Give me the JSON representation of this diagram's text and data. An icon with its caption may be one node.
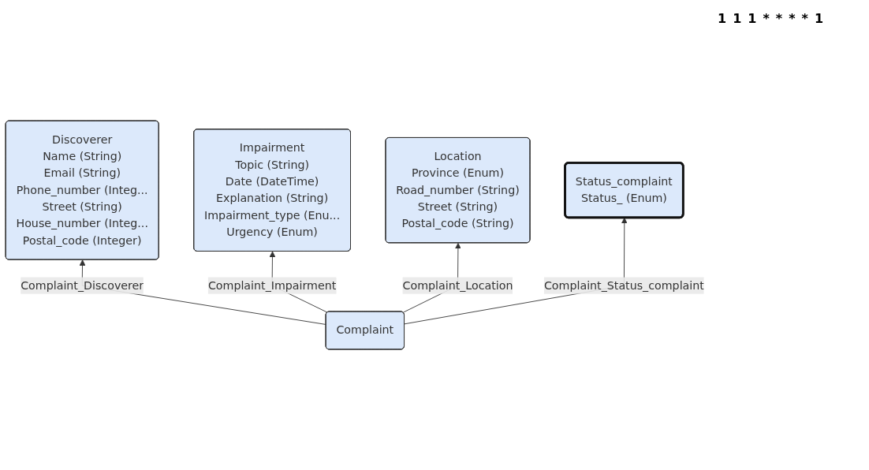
{
  "diagram": {
    "nodes": [
      {
        "text": [
          "Impairment",
          "Topic (String)",
          "Date (DateTime)",
          "Explanation (String)",
          "Impairment_type (Enu...",
          "Urgency (Enum)"
        ]
      },
      {
        "text": [
          "Discoverer",
          "Name (String)",
          "Email (String)",
          "Phone_number (Integ...",
          "Street (String)",
          "House_number (Integ...",
          "Postal_code (Integer)"
        ]
      },
      {
        "text": [
          "Location",
          "Province (Enum)",
          "Road_number (String)",
          "Street (String)",
          "Postal_code (String)"
        ]
      },
      {
        "text": [
          "Complaint"
        ]
      },
      {
        "text": [
          "Status_complaint",
          "Status_ (Enum)"
        ]
      }
    ],
    "edges": [
      {
        "from": 3,
        "to": 1,
        "arrow": "to",
        "label": "Complaint_Discoverer"
      },
      {
        "from": 3,
        "to": 0,
        "arrow": "to",
        "label": "Complaint_Impairment"
      },
      {
        "from": 3,
        "to": 2,
        "arrow": "to",
        "label": "Complaint_Location"
      },
      {
        "from": 3,
        "to": 4,
        "arrow": "to",
        "label": "Complaint_Status_complaint"
      }
    ],
    "labels": [
      "1",
      "1",
      "1",
      "*",
      "*",
      "*",
      "*",
      "1"
    ]
  }
}
